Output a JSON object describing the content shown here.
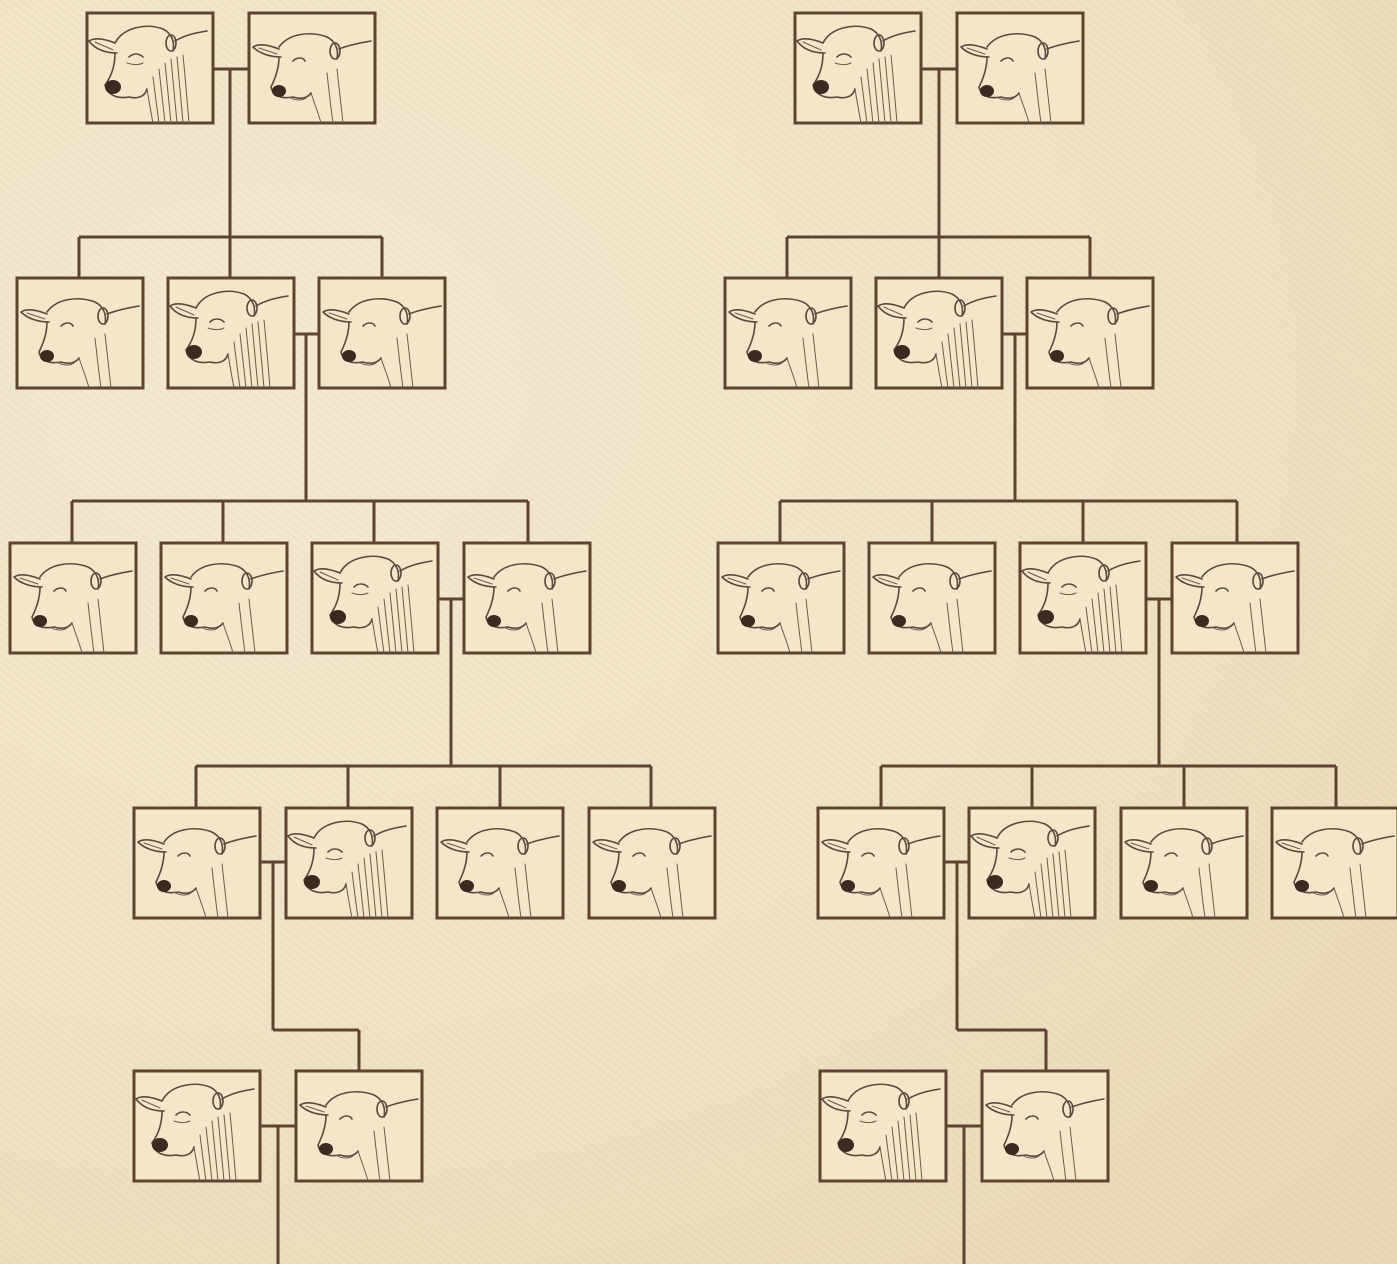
{
  "pedigree": {
    "colors": {
      "background": "#efe2c5",
      "line": "#5c4431",
      "frame_fill": "#f3e6c9"
    },
    "icon_types": {
      "b": "bull-head-icon",
      "c": "cow-head-icon"
    },
    "trees": [
      {
        "name": "left-lineage",
        "generations": [
          [
            "b",
            "c"
          ],
          [
            "c",
            "b",
            "c"
          ],
          [
            "c",
            "c",
            "b",
            "c"
          ],
          [
            "c",
            "b",
            "c",
            "c"
          ],
          [
            "b",
            "c"
          ]
        ]
      },
      {
        "name": "right-lineage",
        "generations": [
          [
            "b",
            "c"
          ],
          [
            "c",
            "b",
            "c"
          ],
          [
            "c",
            "c",
            "b",
            "c"
          ],
          [
            "c",
            "b",
            "c",
            "c"
          ],
          [
            "b",
            "c"
          ]
        ]
      }
    ]
  }
}
